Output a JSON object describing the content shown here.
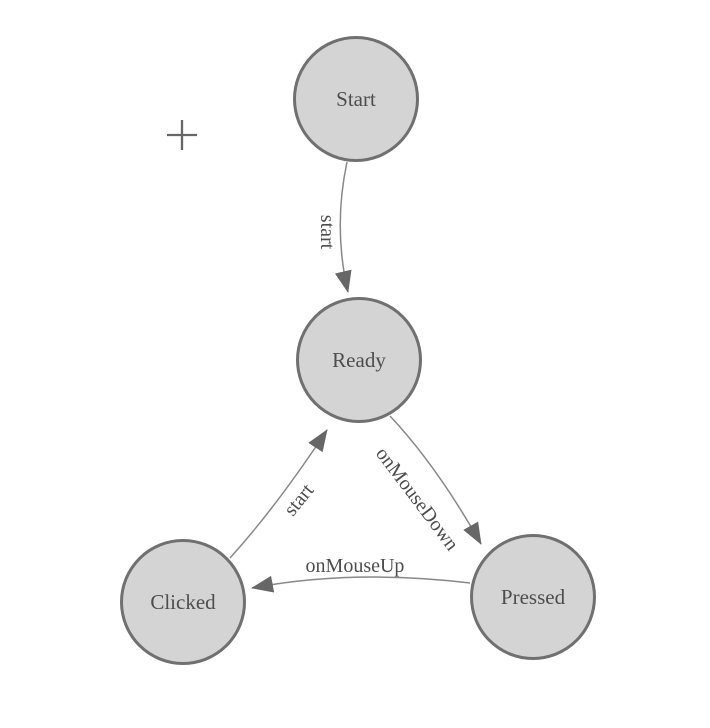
{
  "diagram": {
    "type": "state-machine",
    "nodes": [
      {
        "id": "start",
        "label": "Start"
      },
      {
        "id": "ready",
        "label": "Ready"
      },
      {
        "id": "clicked",
        "label": "Clicked"
      },
      {
        "id": "pressed",
        "label": "Pressed"
      }
    ],
    "edges": [
      {
        "id": "start-to-ready",
        "label": "start",
        "from": "Start",
        "to": "Ready"
      },
      {
        "id": "ready-to-pressed",
        "label": "onMouseDown",
        "from": "Ready",
        "to": "Pressed"
      },
      {
        "id": "pressed-to-clicked",
        "label": "onMouseUp",
        "from": "Pressed",
        "to": "Clicked"
      },
      {
        "id": "clicked-to-ready",
        "label": "start",
        "from": "Clicked",
        "to": "Ready"
      }
    ],
    "cursor_icon": "crosshair-plus",
    "colors": {
      "background": "#ffffff",
      "node_fill": "#d4d4d4",
      "node_stroke": "#707070",
      "edge_stroke": "#888888",
      "arrow_fill": "#676767",
      "text": "#4d4d4d"
    }
  }
}
